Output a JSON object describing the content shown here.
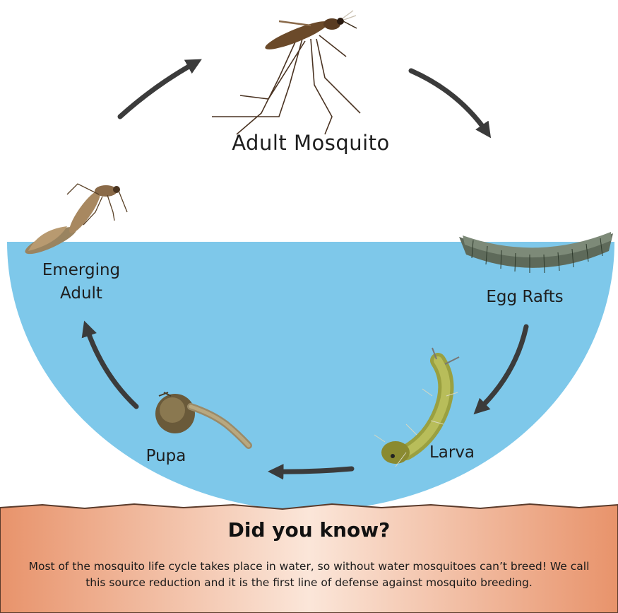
{
  "stages": {
    "adult": "Adult Mosquito",
    "emerging": "Emerging\nAdult",
    "egg_rafts": "Egg Rafts",
    "larva": "Larva",
    "pupa": "Pupa"
  },
  "fact": {
    "title": "Did you know?",
    "body": "Most of the mosquito life cycle takes place in water, so without water mosquitoes can’t breed!  We call this source reduction and it is the first line of defense against mosquito breeding."
  },
  "colors": {
    "water": "#7ec8ea",
    "arrow": "#3b3b3b",
    "banner_edge": "#e8936b",
    "banner_center": "#fbe6d9"
  }
}
